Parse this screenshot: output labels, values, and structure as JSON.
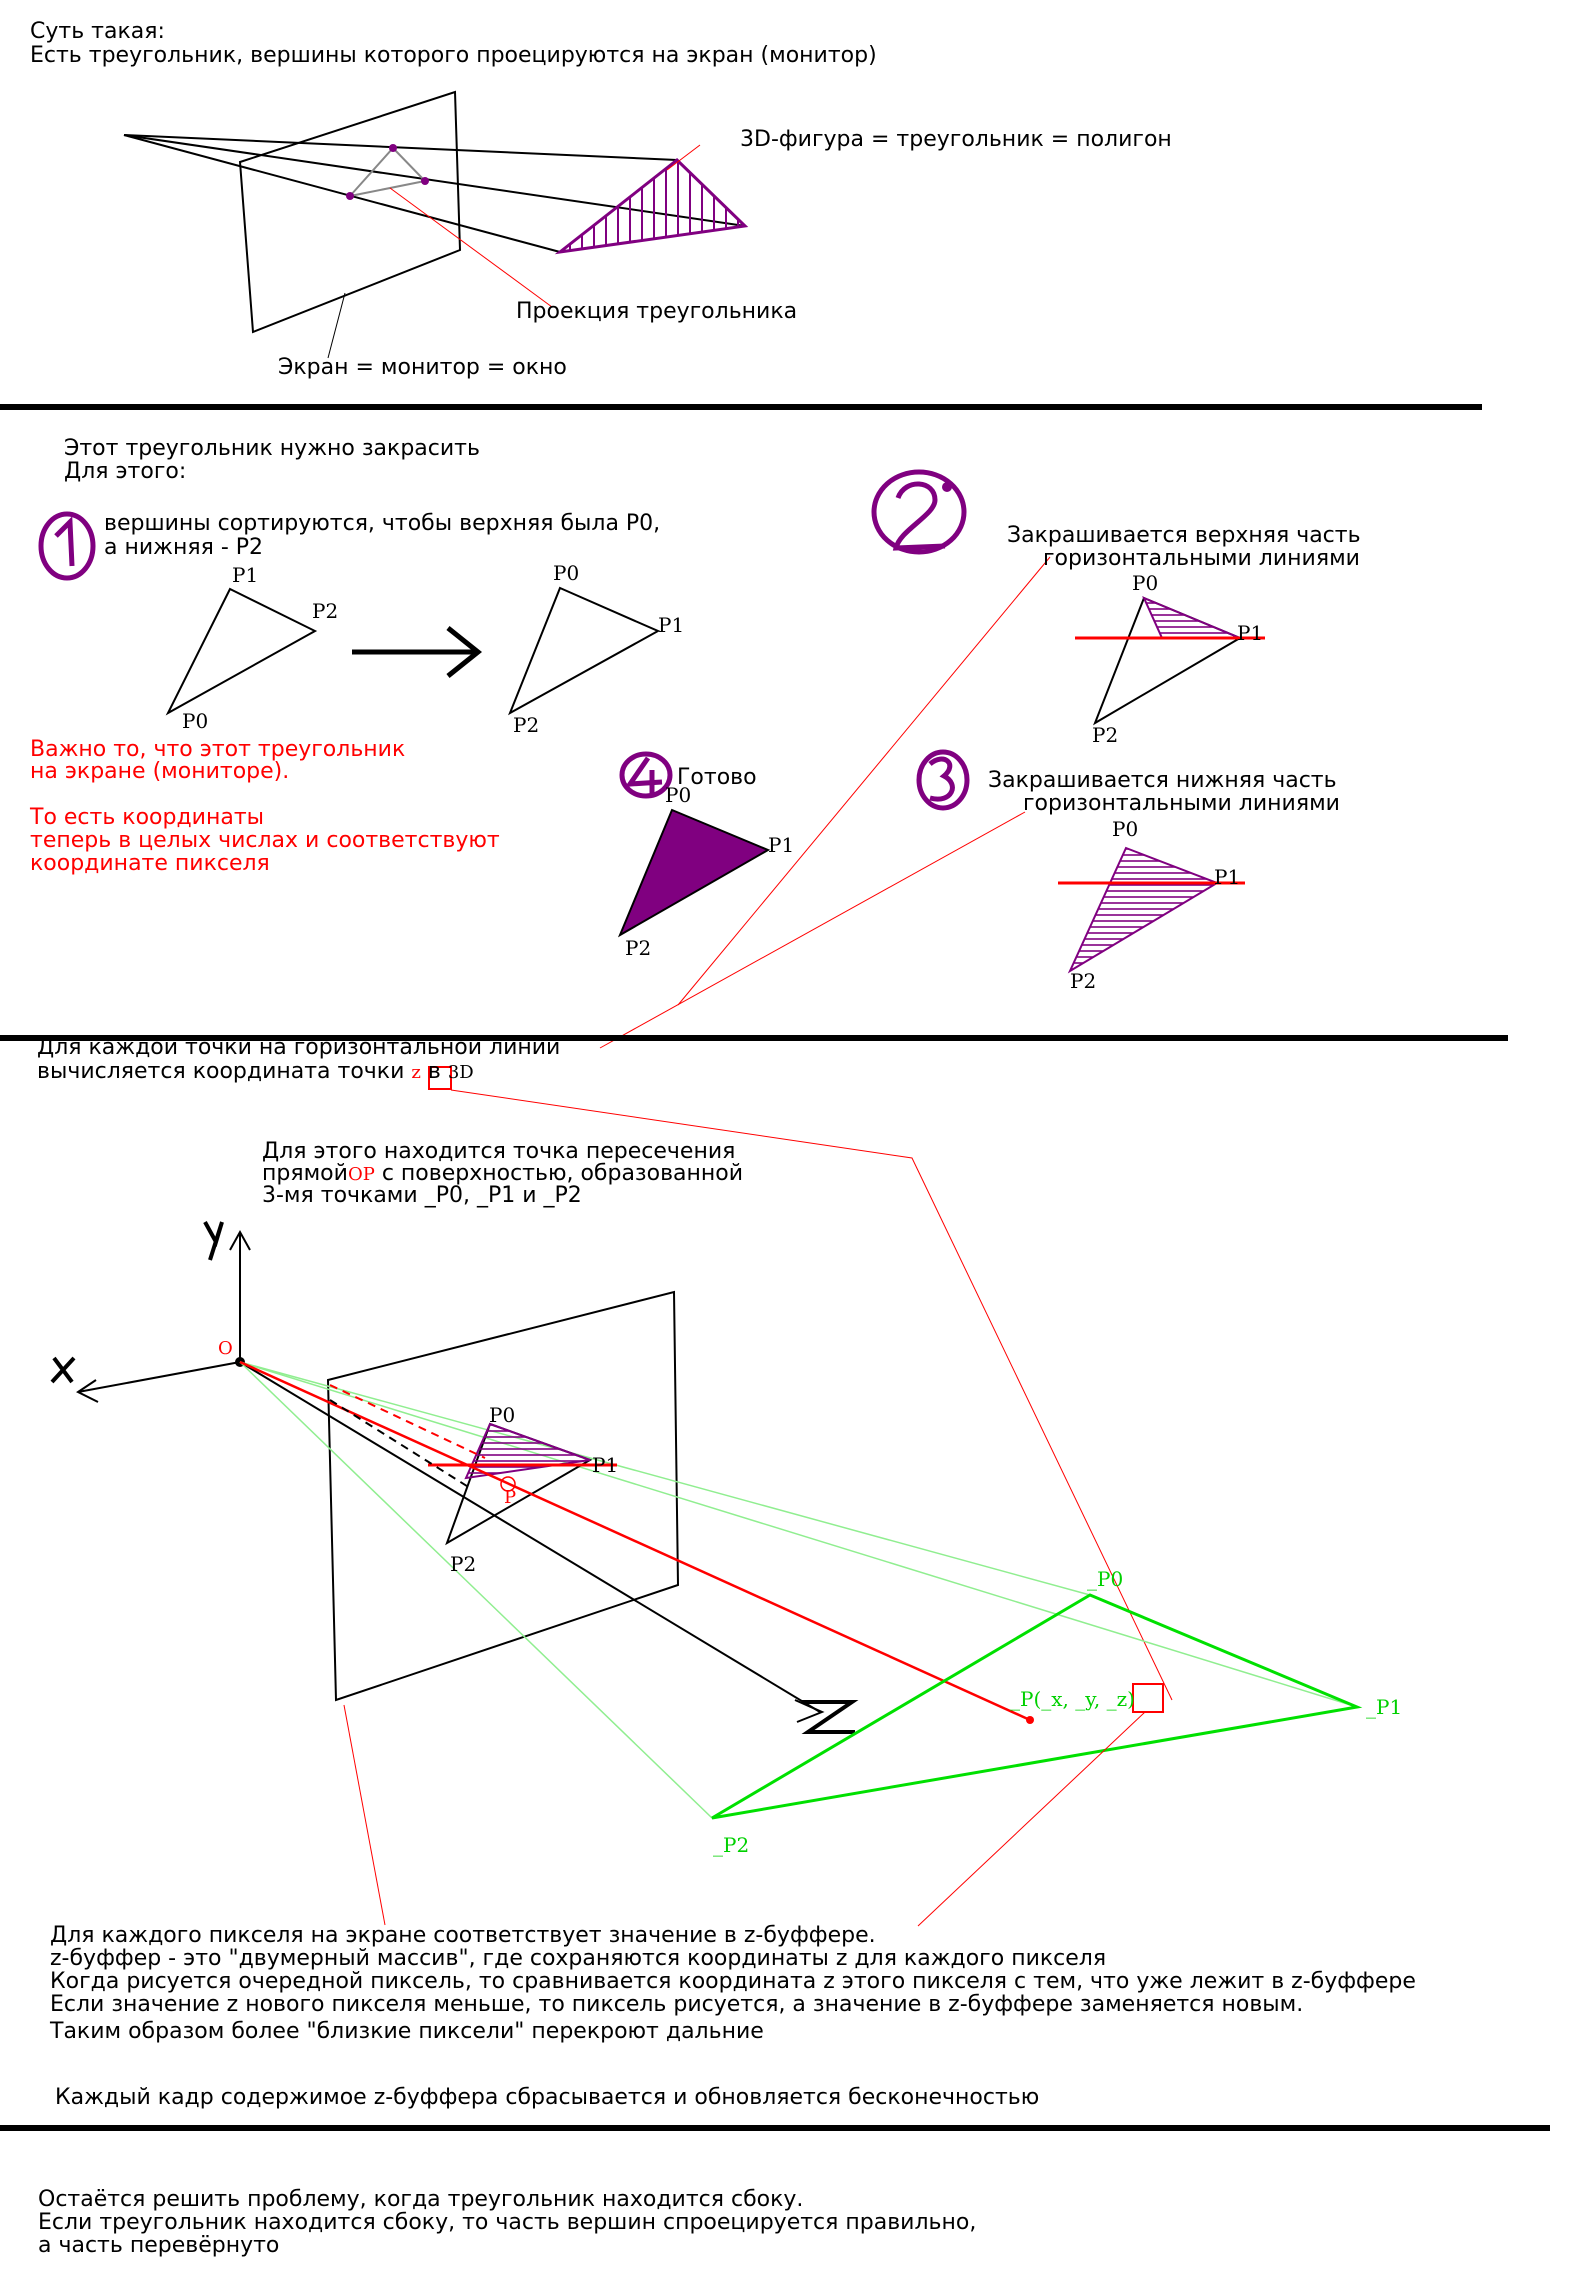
{
  "section1": {
    "intro": "Суть такая:",
    "intro2": "Есть треугольник, вершины которого проецируются на экран (монитор)",
    "label_3d": "3D-фигура = треугольник = полигон",
    "label_projection": "Проекция треугольника",
    "label_screen": "Экран = монитор = окно"
  },
  "section2": {
    "heading1": "Этот треугольник нужно закрасить",
    "heading2": "Для этого:",
    "step1_text1": "вершины сортируются, чтобы верхняя была P0,",
    "step1_text2": "а нижняя - P2",
    "step2_text1": "Закрашивается верхняя часть",
    "step2_text2": "горизонтальными линиями",
    "step3_text1": "Закрашивается нижняя часть",
    "step3_text2": "горизонтальными линиями",
    "step4_text": "Готово",
    "note1": "Важно то, что этот треугольник",
    "note2": "на экране (мониторе).",
    "note3": "То есть координаты",
    "note4": "теперь в целых числах и соответствуют",
    "note5": "координате пикселя",
    "v_p0": "P0",
    "v_p1": "P1",
    "v_p2": "P2"
  },
  "section3": {
    "line1": "Для каждой точки на горизонтальной линии",
    "line2a": "вычисляется координата точки",
    "line2_z": "z",
    "line2b": "в",
    "line2_3d": "3D",
    "expl1": "Для этого находится точка пересечения",
    "expl2a": "прямой",
    "expl2_op": "OP",
    "expl2b": "с поверхностью, образованной",
    "expl3": "3-мя точками _P0, _P1 и _P2",
    "axis_y": "y",
    "axis_x": "x",
    "axis_z": "z",
    "origin": "O",
    "point_p": "P",
    "g_p0": "_P0",
    "g_p1": "_P1",
    "g_p2": "_P2",
    "g_point": "_P(_x, _y, ",
    "g_point_z": "_z",
    "g_point_end": ")"
  },
  "section4": {
    "z1": "Для каждого пикселя на экране соответствует значение в z-буффере.",
    "z2": "z-буффер - это \"двумерный массив\", где сохраняются координаты z для каждого пикселя",
    "z3": "Когда рисуется очередной пиксель, то сравнивается координата z этого пикселя с тем, что уже лежит в z-буффере",
    "z4": "Если значение z нового пикселя меньше, то пиксель рисуется, а значение в z-буффере заменяется новым.",
    "z5": "Таким образом более \"близкие пиксели\" перекроют дальние",
    "z6": "Каждый кадр содержимое z-буффера сбрасывается и обновляется бесконечностью"
  },
  "section5": {
    "s1": "Остаётся решить проблему, когда треугольник находится сбоку.",
    "s2": "Если треугольник находится сбоку, то часть вершин спроецируется правильно,",
    "s3": "а часть перевёрнуто"
  },
  "colors": {
    "purple": "#800080",
    "red": "#ff0000",
    "green": "#00e000",
    "light_green": "#90ee90"
  },
  "step_numbers": [
    "1",
    "2",
    "3",
    "4"
  ]
}
